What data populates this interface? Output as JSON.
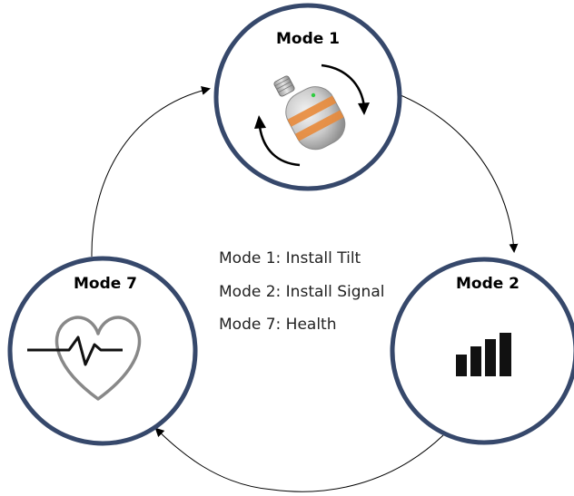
{
  "nodes": {
    "mode1": {
      "title": "Mode 1",
      "icon": "sensor-device-rotate-icon"
    },
    "mode2": {
      "title": "Mode 2",
      "icon": "signal-bars-icon"
    },
    "mode7": {
      "title": "Mode 7",
      "icon": "heartbeat-icon"
    }
  },
  "legend": [
    "Mode 1: Install Tilt",
    "Mode 2: Install Signal",
    "Mode 7: Health"
  ],
  "colors": {
    "ring": "#36486b",
    "device_band": "#e8893a",
    "device_led": "#2ecc40",
    "heart": "#888888"
  }
}
